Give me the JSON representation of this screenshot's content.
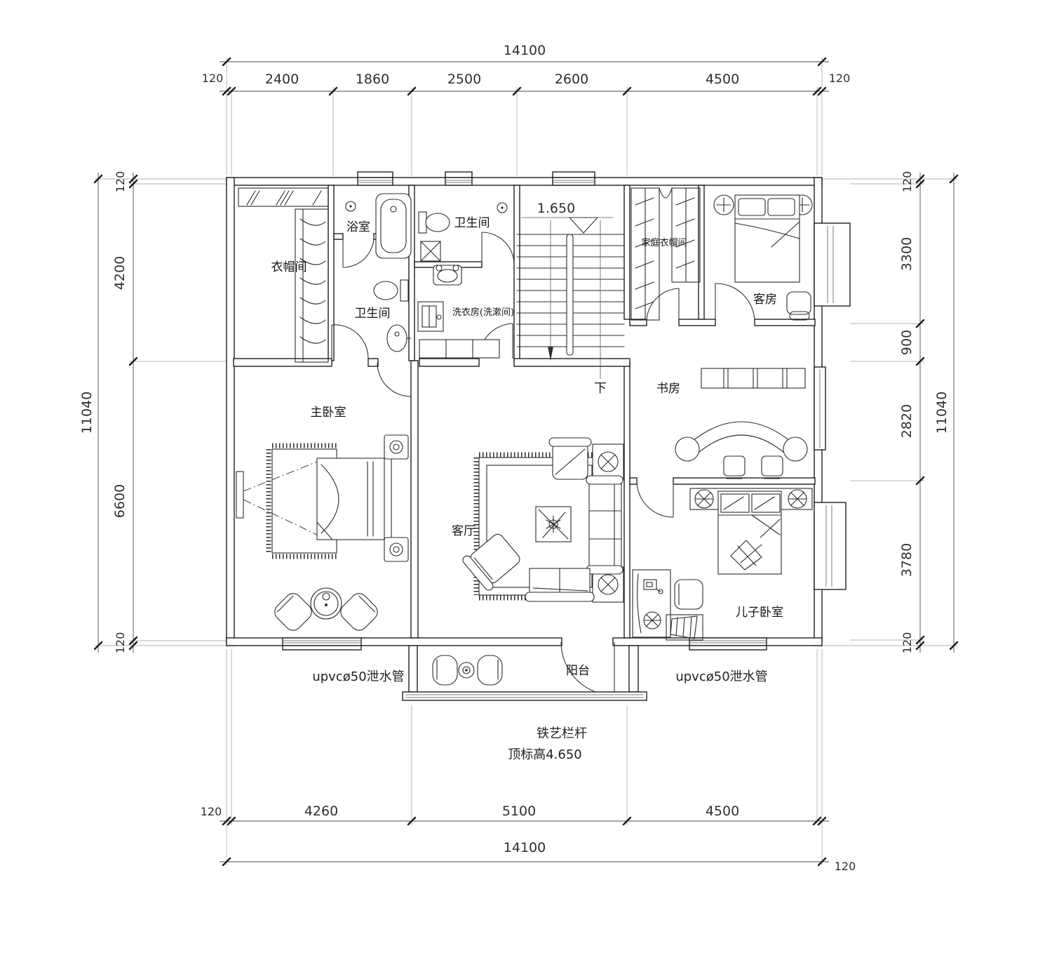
{
  "plan": {
    "rooms": {
      "cloakroom": "衣帽间",
      "bathroom": "浴室",
      "toilet_top": "卫生间",
      "toilet_bottom": "卫生间",
      "laundry": "洗衣房(洗漱间)",
      "family_closet": "家庭衣帽间",
      "guest_room": "客房",
      "study": "书房",
      "master_bedroom": "主卧室",
      "living_room": "客厅",
      "son_bedroom": "儿子卧室",
      "balcony": "阳台"
    },
    "stairs": {
      "level": "1.650",
      "down": "下"
    },
    "notes": {
      "drain_left": "upvcø50泄水管",
      "drain_right": "upvcø50泄水管",
      "railing": "铁艺栏杆",
      "railing_top": "顶标高4.650"
    },
    "dims": {
      "top": {
        "total": "14100",
        "s": [
          "120",
          "2400",
          "1860",
          "2500",
          "2600",
          "4500",
          "120"
        ]
      },
      "bottom": {
        "total": "14100",
        "s": [
          "120",
          "4260",
          "5100",
          "4500"
        ],
        "end": "120"
      },
      "left": {
        "total": "11040",
        "s": [
          "120",
          "4200",
          "6600",
          "120"
        ]
      },
      "right": {
        "total": "11040",
        "s": [
          "120",
          "3300",
          "900",
          "2820",
          "3780",
          "120"
        ]
      }
    },
    "colors": {
      "line": "#1f1f1f",
      "dim_text": "#2f2f2f",
      "background": "#ffffff"
    }
  }
}
